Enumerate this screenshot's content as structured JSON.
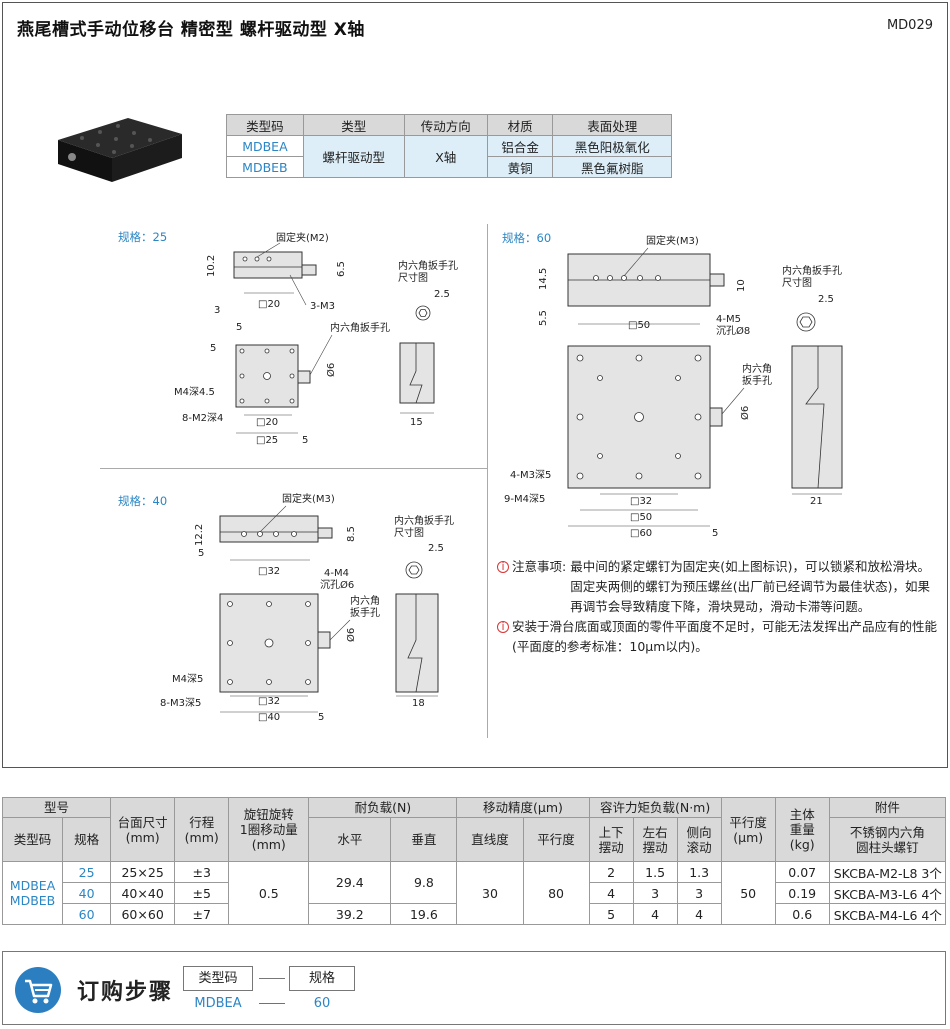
{
  "header": {
    "title": "燕尾槽式手动位移台 精密型  螺杆驱动型  X轴",
    "code": "MD029"
  },
  "type_table": {
    "headers": [
      "类型码",
      "类型",
      "传动方向",
      "材质",
      "表面处理"
    ],
    "codes": [
      "MDBEA",
      "MDBEB"
    ],
    "type": "螺杆驱动型",
    "direction": "X轴",
    "materials": [
      "铝合金",
      "黄铜"
    ],
    "finishes": [
      "黑色阳极氧化",
      "黑色氟树脂"
    ]
  },
  "drawings": {
    "s25": {
      "label": "规格：25",
      "clamp": "固定夹(M2)",
      "dims": [
        "10.2",
        "3",
        "6.5",
        "□20",
        "3-M3",
        "5",
        "5",
        "内六角扳手孔",
        "Ø6",
        "M4深4.5",
        "8-M2深4",
        "□20",
        "□25",
        "5",
        "2.5",
        "15"
      ],
      "wrench": [
        "内六角扳手孔",
        "尺寸图"
      ]
    },
    "s40": {
      "label": "规格：40",
      "clamp": "固定夹(M3)",
      "dims": [
        "12.2",
        "5",
        "8.5",
        "□32",
        "4-M4",
        "沉孔Ø6",
        "内六角",
        "扳手孔",
        "Ø6",
        "M4深5",
        "8-M3深5",
        "□32",
        "□40",
        "5",
        "2.5",
        "18"
      ],
      "wrench": [
        "内六角扳手孔",
        "尺寸图"
      ]
    },
    "s60": {
      "label": "规格：60",
      "clamp": "固定夹(M3)",
      "dims": [
        "14.5",
        "5.5",
        "10",
        "□50",
        "4-M5",
        "沉孔Ø8",
        "内六角",
        "扳手孔",
        "Ø6",
        "4-M3深5",
        "9-M4深5",
        "□32",
        "□50",
        "□60",
        "5",
        "2.5",
        "21"
      ],
      "wrench": [
        "内六角扳手孔",
        "尺寸图"
      ]
    }
  },
  "notes": [
    {
      "icon": "i",
      "lead": "注意事项:",
      "text": "最中间的紧定螺钉为固定夹(如上图标识)，可以锁紧和放松滑块。固定夹两侧的螺钉为预压螺丝(出厂前已经调节为最佳状态)，如果再调节会导致精度下降，滑块晃动，滑动卡滞等问题。"
    },
    {
      "icon": "i",
      "lead": "",
      "text": "安装于滑台底面或顶面的零件平面度不足时，可能无法发挥出产品应有的性能(平面度的参考标准：10μm以内)。"
    }
  ],
  "spec_table": {
    "h_model": "型号",
    "h_code": "类型码",
    "h_size": "规格",
    "h_table": "台面尺寸\n(mm)",
    "h_stroke": "行程\n(mm)",
    "h_knob": "旋钮旋转\n1圈移动量\n(mm)",
    "h_load": "耐负载(N)",
    "h_load_h": "水平",
    "h_load_v": "垂直",
    "h_acc": "移动精度(μm)",
    "h_straight": "直线度",
    "h_parallel": "平行度",
    "h_moment": "容许力矩负载(N·m)",
    "h_pitch": "上下\n摆动",
    "h_yaw": "左右\n摆动",
    "h_roll": "侧向\n滚动",
    "h_par2": "平行度\n(μm)",
    "h_weight": "主体\n重量\n(kg)",
    "h_acc2": "附件",
    "h_acc2_sub": "不锈钢内六角\n圆柱头螺钉",
    "codes": "MDBEA\nMDBEB",
    "knob": "0.5",
    "straight": "30",
    "parallel": "80",
    "par2": "50",
    "load_40_60": {
      "h": "29.4",
      "v": "9.8"
    },
    "rows": [
      {
        "size": "25",
        "table": "25×25",
        "stroke": "±3",
        "pitch": "2",
        "yaw": "1.5",
        "roll": "1.3",
        "weight": "0.07",
        "acc": "SKCBA-M2-L8  3个"
      },
      {
        "size": "40",
        "table": "40×40",
        "stroke": "±5",
        "pitch": "4",
        "yaw": "3",
        "roll": "3",
        "weight": "0.19",
        "acc": "SKCBA-M3-L6  4个"
      },
      {
        "size": "60",
        "table": "60×60",
        "stroke": "±7",
        "pitch": "5",
        "yaw": "4",
        "roll": "4",
        "weight": "0.6",
        "acc": "SKCBA-M4-L6  4个"
      }
    ],
    "load_60": {
      "h": "39.2",
      "v": "19.6"
    }
  },
  "order": {
    "title": "订购步骤",
    "boxes": [
      "类型码",
      "规格"
    ],
    "values": [
      "MDBEA",
      "60"
    ]
  }
}
